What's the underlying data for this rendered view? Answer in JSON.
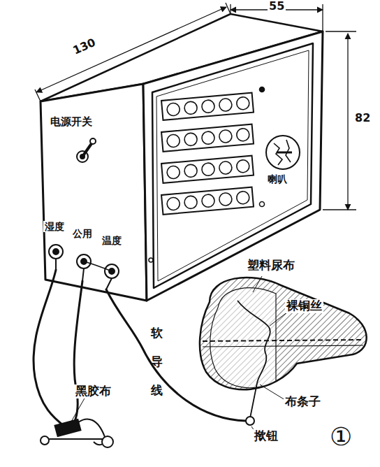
{
  "diagram": {
    "labels": [
      "130",
      "55",
      "82",
      "电源开关",
      "湿度",
      "公用",
      "温度",
      "喇叭",
      "塑料尿布",
      "裸铜丝",
      "软导线",
      "布条子",
      "揿钮",
      "黑胶布",
      "①"
    ]
  }
}
